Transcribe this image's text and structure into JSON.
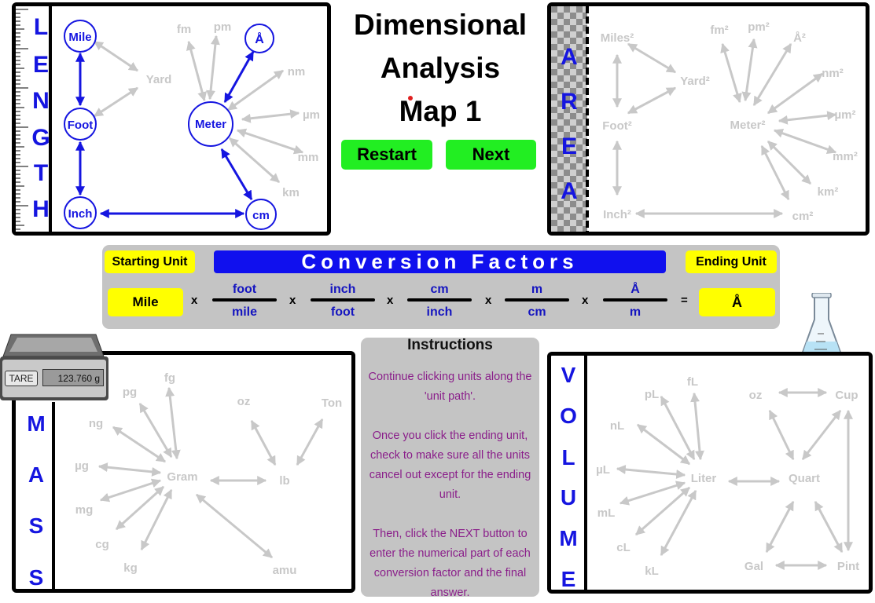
{
  "title": {
    "line1": "Dimensional",
    "line2": "Analysis",
    "line3": "Map 1"
  },
  "buttons": {
    "restart": "Restart",
    "next": "Next"
  },
  "length": {
    "side_letters": [
      "L",
      "E",
      "N",
      "G",
      "T",
      "H"
    ],
    "units": {
      "mile": "Mile",
      "foot": "Foot",
      "inch": "Inch",
      "cm": "cm",
      "meter": "Meter",
      "angstrom": "Å",
      "yard": "Yard",
      "fm": "fm",
      "pm": "pm",
      "nm": "nm",
      "um": "µm",
      "mm": "mm",
      "km": "km"
    }
  },
  "area": {
    "side_letters": [
      "A",
      "R",
      "E",
      "A"
    ],
    "units": {
      "miles2": "Miles²",
      "yard2": "Yard²",
      "foot2": "Foot²",
      "inch2": "Inch²",
      "cm2": "cm²",
      "meter2": "Meter²",
      "fm2": "fm²",
      "pm2": "pm²",
      "a2": "Å²",
      "nm2": "nm²",
      "um2": "µm²",
      "mm2": "mm²",
      "km2": "km²"
    }
  },
  "conversion": {
    "heading": "Conversion Factors",
    "starting_label": "Starting Unit",
    "ending_label": "Ending Unit",
    "starting_value": "Mile",
    "ending_value": "Å",
    "times": "x",
    "equals": "=",
    "factors": [
      {
        "num": "foot",
        "den": "mile"
      },
      {
        "num": "inch",
        "den": "foot"
      },
      {
        "num": "cm",
        "den": "inch"
      },
      {
        "num": "m",
        "den": "cm"
      },
      {
        "num": "Å",
        "den": "m"
      }
    ]
  },
  "scale": {
    "tare": "TARE",
    "reading": "123.760 g"
  },
  "mass": {
    "side_letters": [
      "M",
      "A",
      "S",
      "S"
    ],
    "units": {
      "fg": "fg",
      "pg": "pg",
      "ng": "ng",
      "ug": "µg",
      "mg": "mg",
      "cg": "cg",
      "kg": "kg",
      "gram": "Gram",
      "lb": "lb",
      "oz": "oz",
      "ton": "Ton",
      "amu": "amu"
    }
  },
  "instructions": {
    "heading": "Instructions",
    "p1": "Continue clicking units along the 'unit path'.",
    "p2": "Once you click the ending unit, check to make sure all the units cancel out except for the ending unit.",
    "p3": "Then, click the NEXT button to enter the numerical part of each conversion factor and the final answer."
  },
  "volume": {
    "side_letters": [
      "V",
      "O",
      "L",
      "U",
      "M",
      "E"
    ],
    "units": {
      "fL": "fL",
      "pL": "pL",
      "nL": "nL",
      "uL": "µL",
      "mL": "mL",
      "cL": "cL",
      "kL": "kL",
      "liter": "Liter",
      "quart": "Quart",
      "oz": "oz",
      "cup": "Cup",
      "gal": "Gal",
      "pint": "Pint"
    }
  },
  "colors": {
    "active": "#1515e0",
    "inactive": "#c8c8c8",
    "button": "#22ee22",
    "highlight": "#ffff00",
    "panel_gray": "#c4c4c4"
  }
}
